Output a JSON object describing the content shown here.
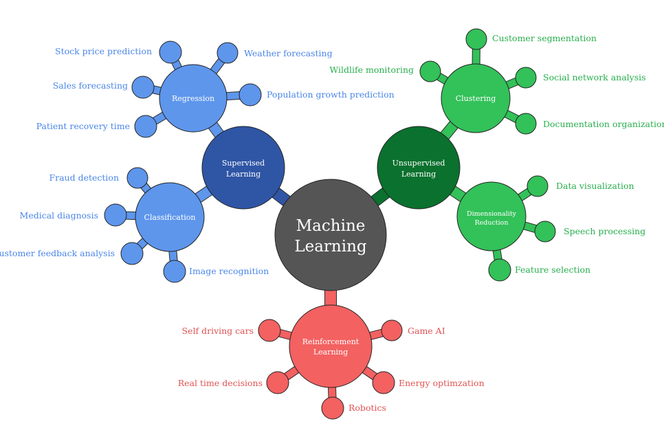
{
  "root": {
    "line1": "Machine",
    "line2": "Learning",
    "color": "#555555"
  },
  "colors": {
    "blue_dark": "#2f55a5",
    "blue": "#5e96ec",
    "blue_text": "#4a86e8",
    "green_dark": "#0b712e",
    "green": "#33c159",
    "green_text": "#27ae4c",
    "red": "#f36161",
    "red_text": "#e05252"
  },
  "branches": {
    "supervised": {
      "line1": "Supervised",
      "line2": "Learning",
      "regression": {
        "label": "Regression",
        "leaves": [
          "Stock price prediction",
          "Weather forecasting",
          "Sales forecasting",
          "Population growth prediction",
          "Patient recovery time"
        ]
      },
      "classification": {
        "label": "Classification",
        "leaves": [
          "Fraud detection",
          "Medical diagnosis",
          "Customer feedback analysis",
          "Image recognition"
        ]
      }
    },
    "unsupervised": {
      "line1": "Unsupervised",
      "line2": "Learning",
      "clustering": {
        "label": "Clustering",
        "leaves": [
          "Customer segmentation",
          "Wildlife monitoring",
          "Social network analysis",
          "Documentation organization"
        ]
      },
      "dimensionality": {
        "line1": "Dimensionality",
        "line2": "Reduction",
        "leaves": [
          "Data visualization",
          "Speech processing",
          "Feature selection"
        ]
      }
    },
    "reinforcement": {
      "line1": "Reinforcement",
      "line2": "Learning",
      "leaves": [
        "Self driving cars",
        "Game AI",
        "Real time decisions",
        "Energy optimzation",
        "Robotics"
      ]
    }
  }
}
